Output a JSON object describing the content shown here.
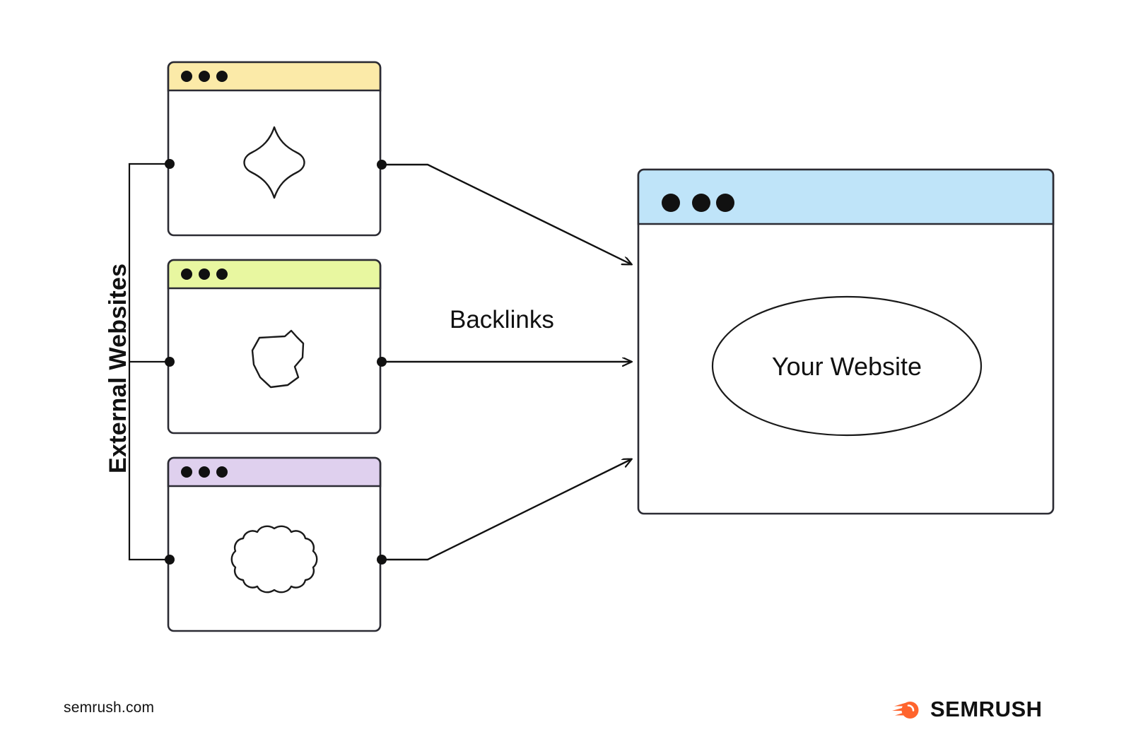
{
  "diagram": {
    "title_vertical": "External Websites",
    "flow_label": "Backlinks",
    "target_label": "Your Website",
    "colors": {
      "window_one_bar": "#fbeaa8",
      "window_two_bar": "#e8f7a0",
      "window_three_bar": "#dfd0ee",
      "target_bar": "#bfe4f9",
      "stroke": "#2b2b33",
      "brand_orange": "#ff642d"
    },
    "external_windows": [
      {
        "name": "external-website-1",
        "bar_color": "#fbeaa8",
        "dots": 3,
        "shape": "diamond-blob-icon"
      },
      {
        "name": "external-website-2",
        "bar_color": "#e8f7a0",
        "dots": 3,
        "shape": "polygon-blob-icon"
      },
      {
        "name": "external-website-3",
        "bar_color": "#dfd0ee",
        "dots": 3,
        "shape": "flower-blob-icon"
      }
    ],
    "target_window": {
      "name": "your-website-window",
      "bar_color": "#bfe4f9",
      "dots": 3,
      "shape": "ellipse"
    },
    "connections": [
      {
        "from": "external-website-1",
        "to": "your-website-window",
        "label": ""
      },
      {
        "from": "external-website-2",
        "to": "your-website-window",
        "label": "Backlinks"
      },
      {
        "from": "external-website-3",
        "to": "your-website-window",
        "label": ""
      }
    ]
  },
  "footer": {
    "url": "semrush.com",
    "brand_name": "SEMRUSH",
    "brand_icon": "semrush-comet-icon"
  }
}
